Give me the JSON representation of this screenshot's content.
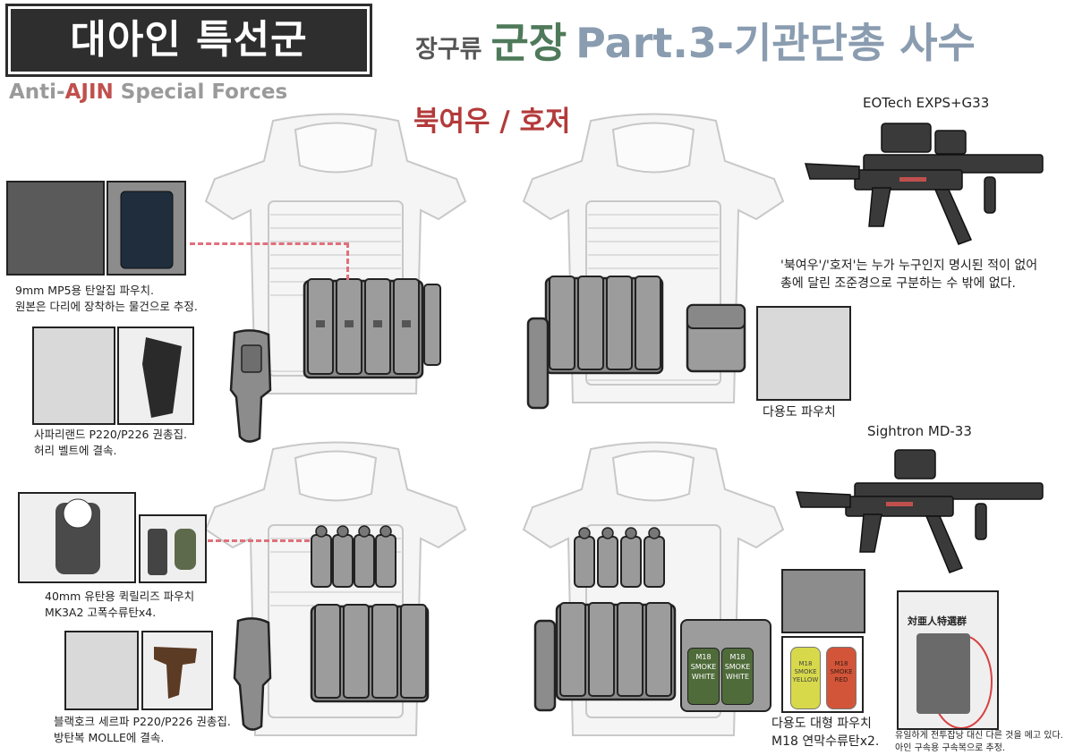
{
  "header": {
    "title": "대아인 특선군",
    "subtitle_pre": "Anti-",
    "subtitle_red": "AJIN",
    "subtitle_post": " Special Forces",
    "category": "장구류",
    "main": "군장",
    "part": "Part.3-기관단총 사수"
  },
  "section_title": "북여우 / 호저",
  "captions": {
    "mp5_pouch_1": "9mm MP5용 탄알집 파우치.",
    "mp5_pouch_2": "원본은 다리에 장착하는 물건으로 추정.",
    "safariland_1": "사파리랜드 P220/P226 권총집.",
    "safariland_2": "허리 벨트에 결속.",
    "grenade_1": "40mm 유탄용 퀵릴리즈 파우치",
    "grenade_2": "MK3A2 고폭수류탄x4.",
    "blackhawk_1": "블랙호크 세르파 P220/P226 권총집.",
    "blackhawk_2": "방탄복 MOLLE에 결속.",
    "utility_pouch": "다용도 파우치",
    "large_pouch_1": "다용도 대형 파우치",
    "large_pouch_2": "M18 연막수류탄x2.",
    "note_1": "'북여우'/'호저'는 누가 누구인지 명시된 적이 없어",
    "note_2": "총에 달린 조준경으로 구분하는 수 밖에 없다.",
    "rig_note_1": "유일하게 전투잡낭 대신 다른 것을 메고 있다.",
    "rig_note_2": "아인 구속용 구속복으로 추정."
  },
  "guns": {
    "gun1_label": "EOTech EXPS+G33",
    "gun2_label": "Sightron MD-33"
  },
  "smoke_labels": {
    "white_1": "M18 SMOKE WHITE",
    "white_2": "M18 SMOKE WHITE",
    "yellow": "M18 SMOKE YELLOW",
    "red": "M18 SMOKE RED"
  },
  "patch_text": "対亜人特選群",
  "colors": {
    "accent_red": "#c0504d",
    "title_green": "#4f7a5a",
    "title_blue": "#8a9cb0",
    "dash_pink": "#e0707c",
    "smoke_yellow": "#d7d94a",
    "smoke_red": "#d2553a"
  }
}
